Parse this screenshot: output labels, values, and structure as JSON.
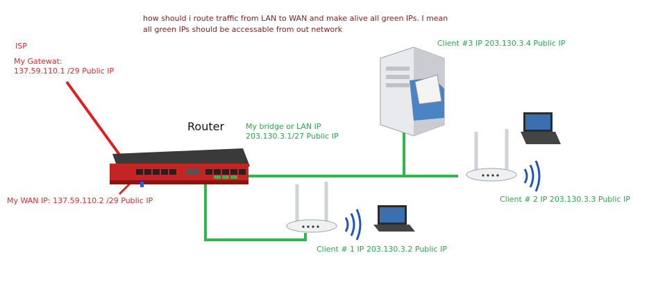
{
  "question": {
    "line1": "how should i route traffic from LAN to WAN and make alive all green IPs. I mean",
    "line2": "all green IPs should be accessable from out network"
  },
  "isp": {
    "label": "ISP",
    "gateway_label": "My Gatewat:",
    "gateway_ip": "137.59.110.1 /29  Public IP"
  },
  "router": {
    "title": "Router",
    "wan_ip": "My WAN IP: 137.59.110.2 /29  Public IP",
    "lan_label": "My bridge or LAN IP",
    "lan_ip": "203.130.3.1/27 Public IP"
  },
  "clients": [
    {
      "label": "Client # 1 IP 203.130.3.2 Public IP"
    },
    {
      "label": "Client # 2 IP 203.130.3.3 Public IP"
    },
    {
      "label": "Client #3 IP 203.130.3.4  Public IP"
    }
  ],
  "colors": {
    "wan_link": "#e02020",
    "lan_link": "#2db84a",
    "question_text": "#7a1e1e"
  }
}
